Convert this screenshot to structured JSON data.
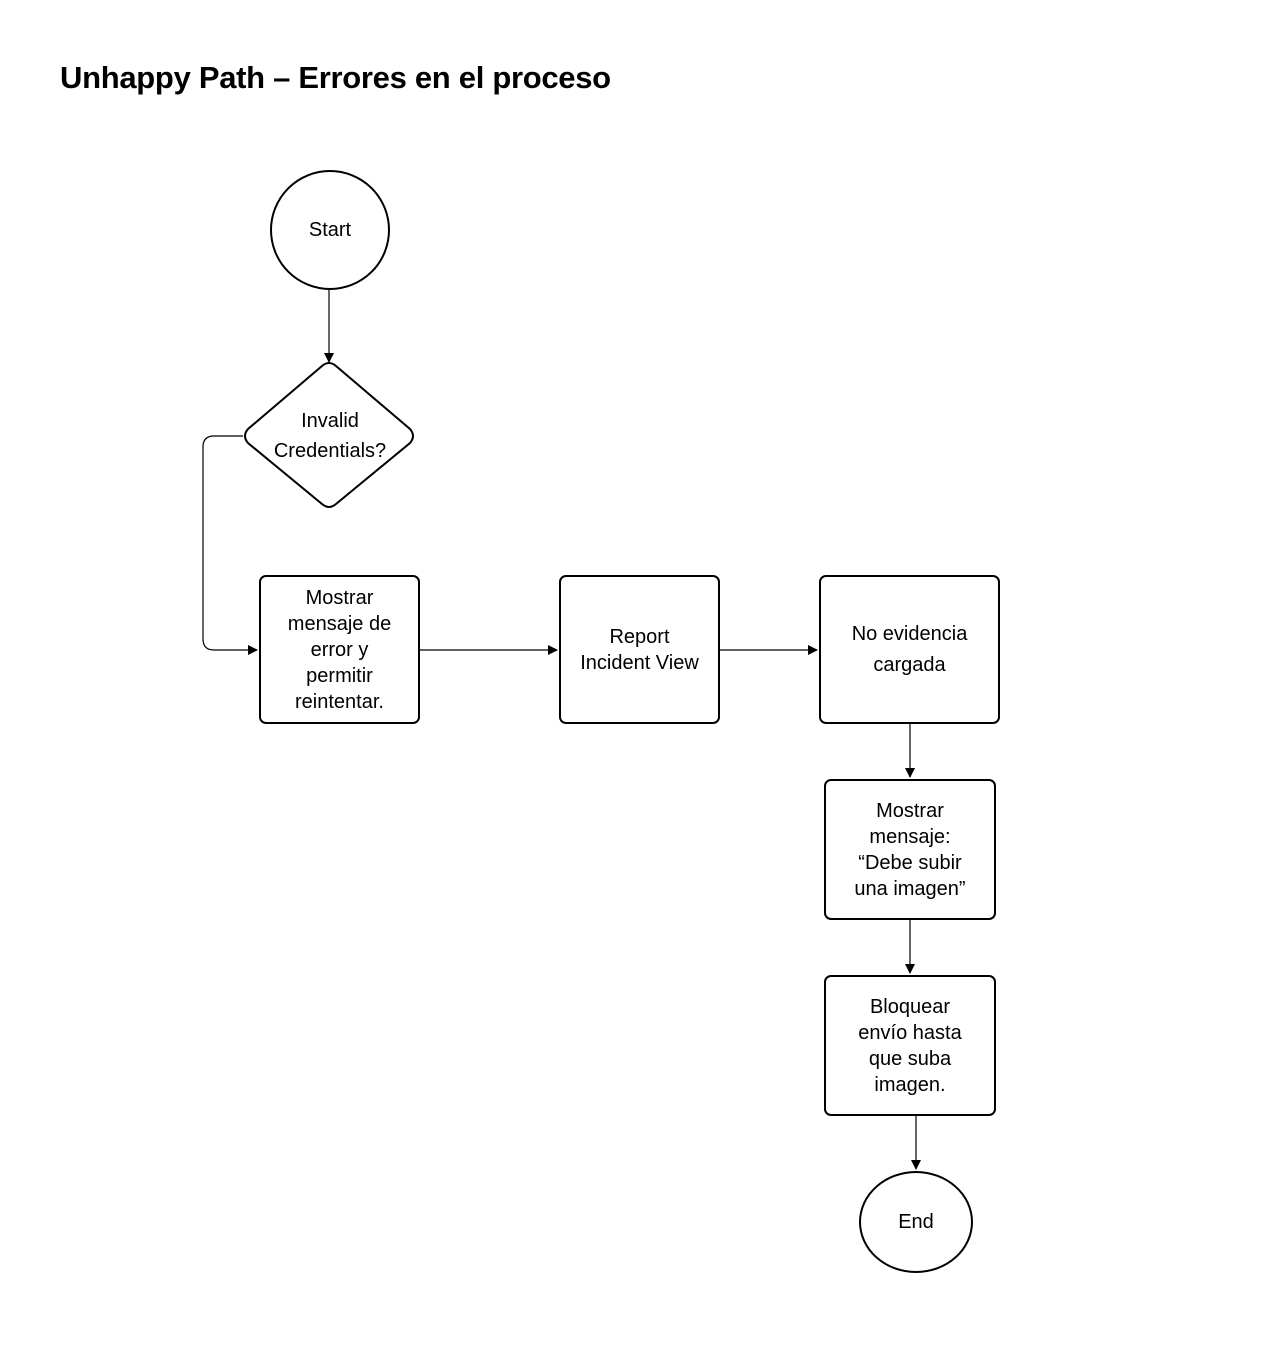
{
  "title": "Unhappy Path – Errores en el proceso",
  "nodes": {
    "start": "Start",
    "decision": "Invalid\nCredentials?",
    "error_message": "Mostrar\nmensaje de\nerror y\npermitir\nreintentar.",
    "report_incident": "Report\nIncident View",
    "no_evidence": "No evidencia\ncargada",
    "upload_message": "Mostrar\nmensaje:\n“Debe subir\nuna imagen”",
    "block_submit": "Bloquear\nenvío hasta\nque suba\nimagen.",
    "end": "End"
  }
}
